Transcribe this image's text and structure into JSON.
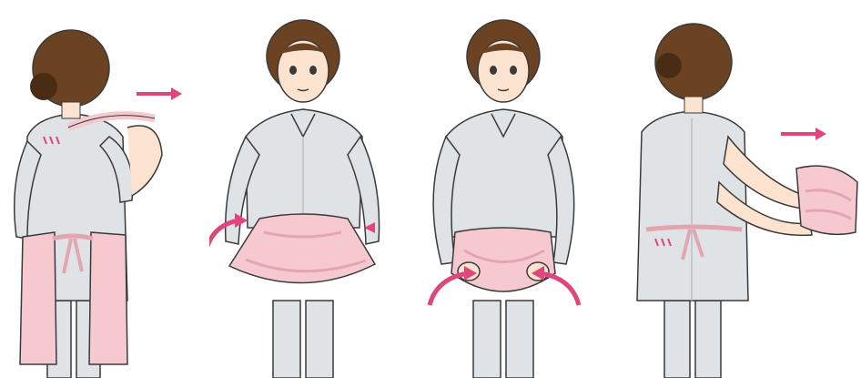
{
  "colors": {
    "hair": "#6b4322",
    "hair_dark": "#4a2c14",
    "skin": "#fbe3cf",
    "uniform": "#dfe3e6",
    "uniform_shadow": "#b9c0c5",
    "apron": "#f5c9cf",
    "apron_shadow": "#e3a6b0",
    "arrow": "#e0457b",
    "outline": "#3a3a3a"
  },
  "steps": [
    {
      "id": "step-1",
      "view": "back",
      "action": "remove-neck-strap",
      "arrow": "arrow-right"
    },
    {
      "id": "step-2",
      "view": "front",
      "action": "fold-apron-inward",
      "arrow": "curved-arrows-in"
    },
    {
      "id": "step-3",
      "view": "front",
      "action": "roll-apron",
      "arrow": "curved-arrows-in"
    },
    {
      "id": "step-4",
      "view": "back",
      "action": "pull-apron-away",
      "arrow": "arrow-right"
    }
  ]
}
